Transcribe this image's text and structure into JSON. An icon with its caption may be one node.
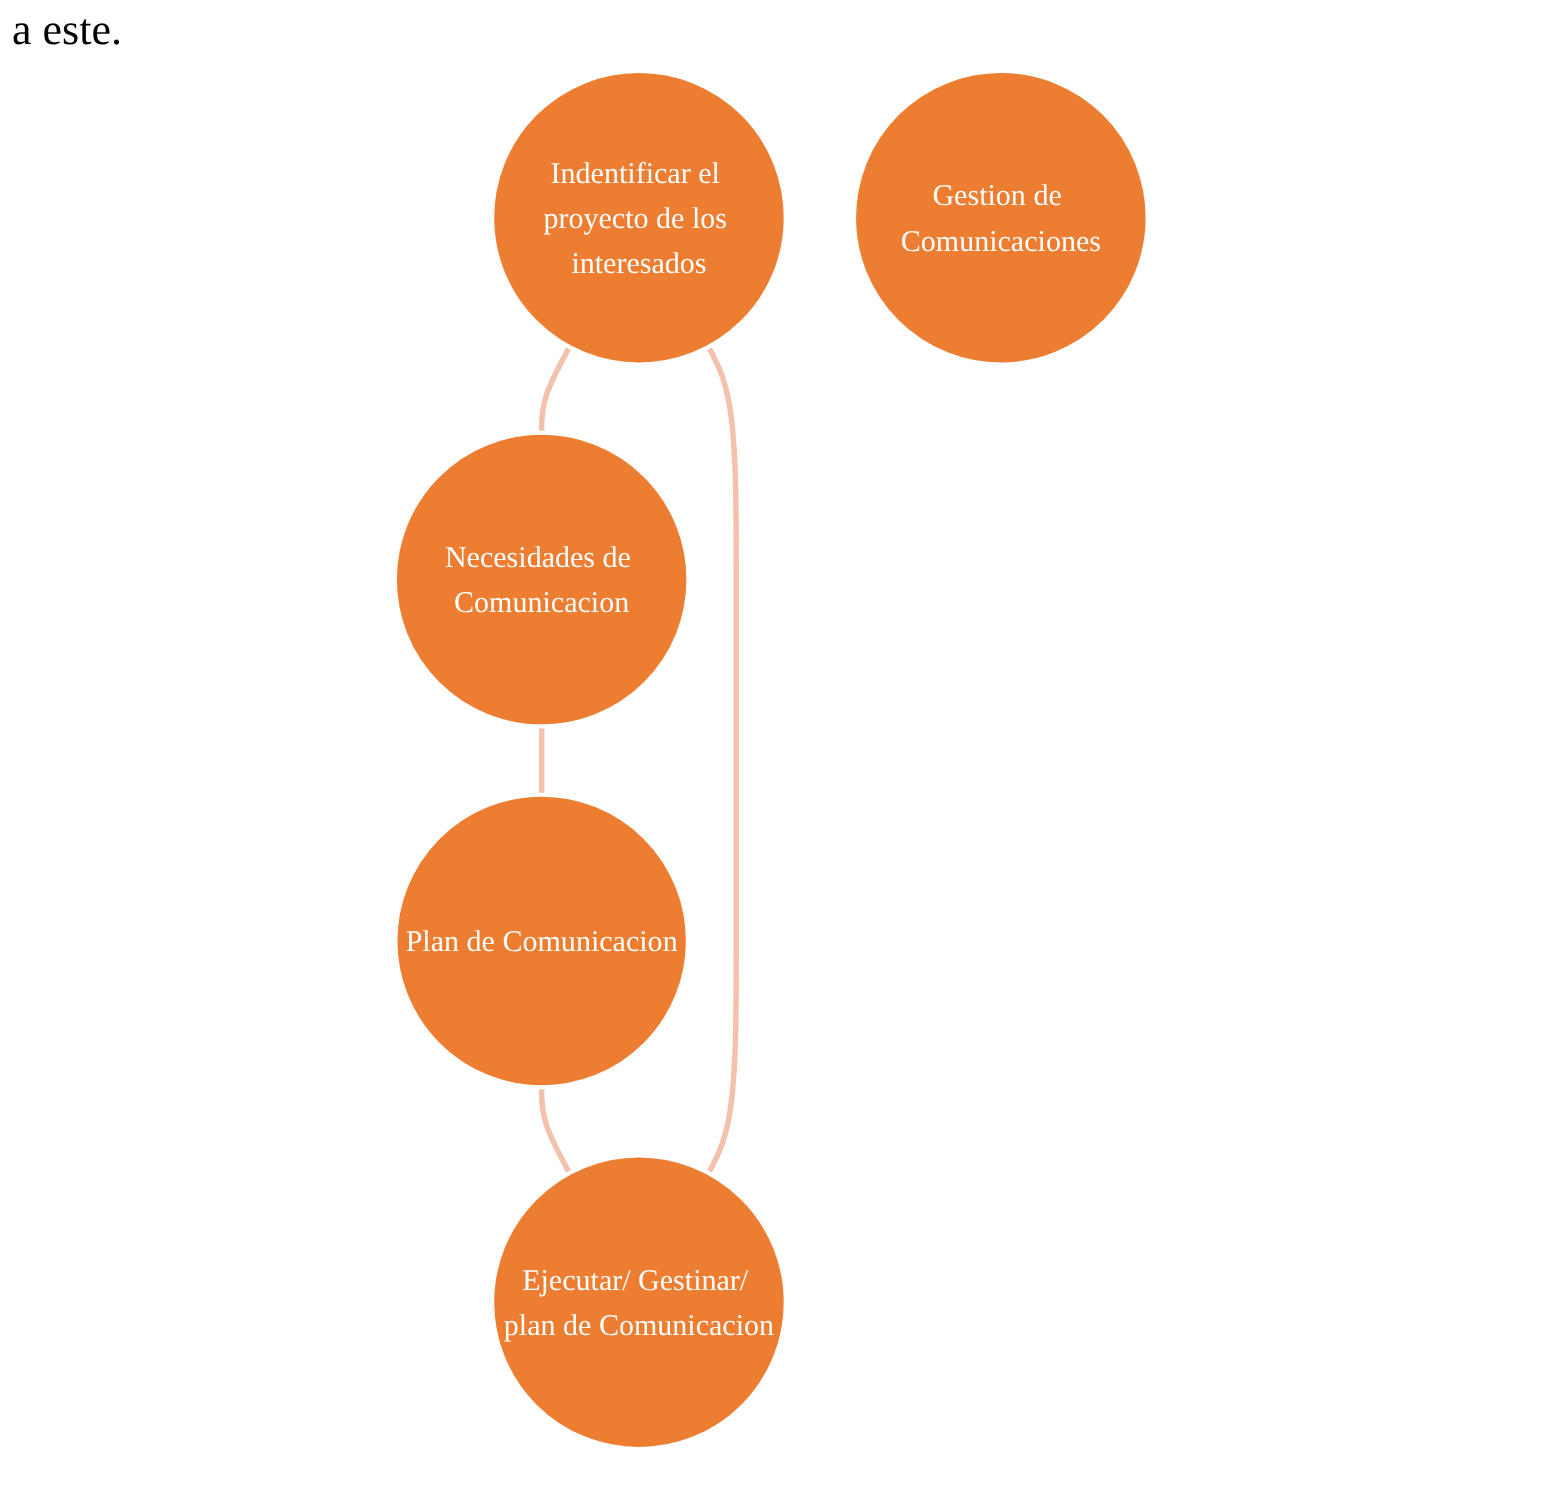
{
  "diagram": {
    "nodes": [
      {
        "text": [
          "Indentificar el proyecto de los interesados"
        ]
      },
      {
        "text": [
          "Ejecutar/ Gestinar/ plan de Comunicacion"
        ]
      },
      {
        "text": [
          "Gestion de Comunicaciones"
        ]
      },
      {
        "text": [
          "Necesidades de Comunicacion"
        ]
      },
      {
        "text": [
          "Plan de Comunicacion"
        ]
      }
    ],
    "edges": [
      {
        "from": 0,
        "to": 3,
        "arrow": "none"
      },
      {
        "from": 3,
        "to": 4,
        "arrow": "none"
      },
      {
        "from": 4,
        "to": 1,
        "arrow": "none"
      },
      {
        "from": 1,
        "to": 0,
        "arrow": "none"
      }
    ],
    "labels": [
      "a este."
    ]
  }
}
